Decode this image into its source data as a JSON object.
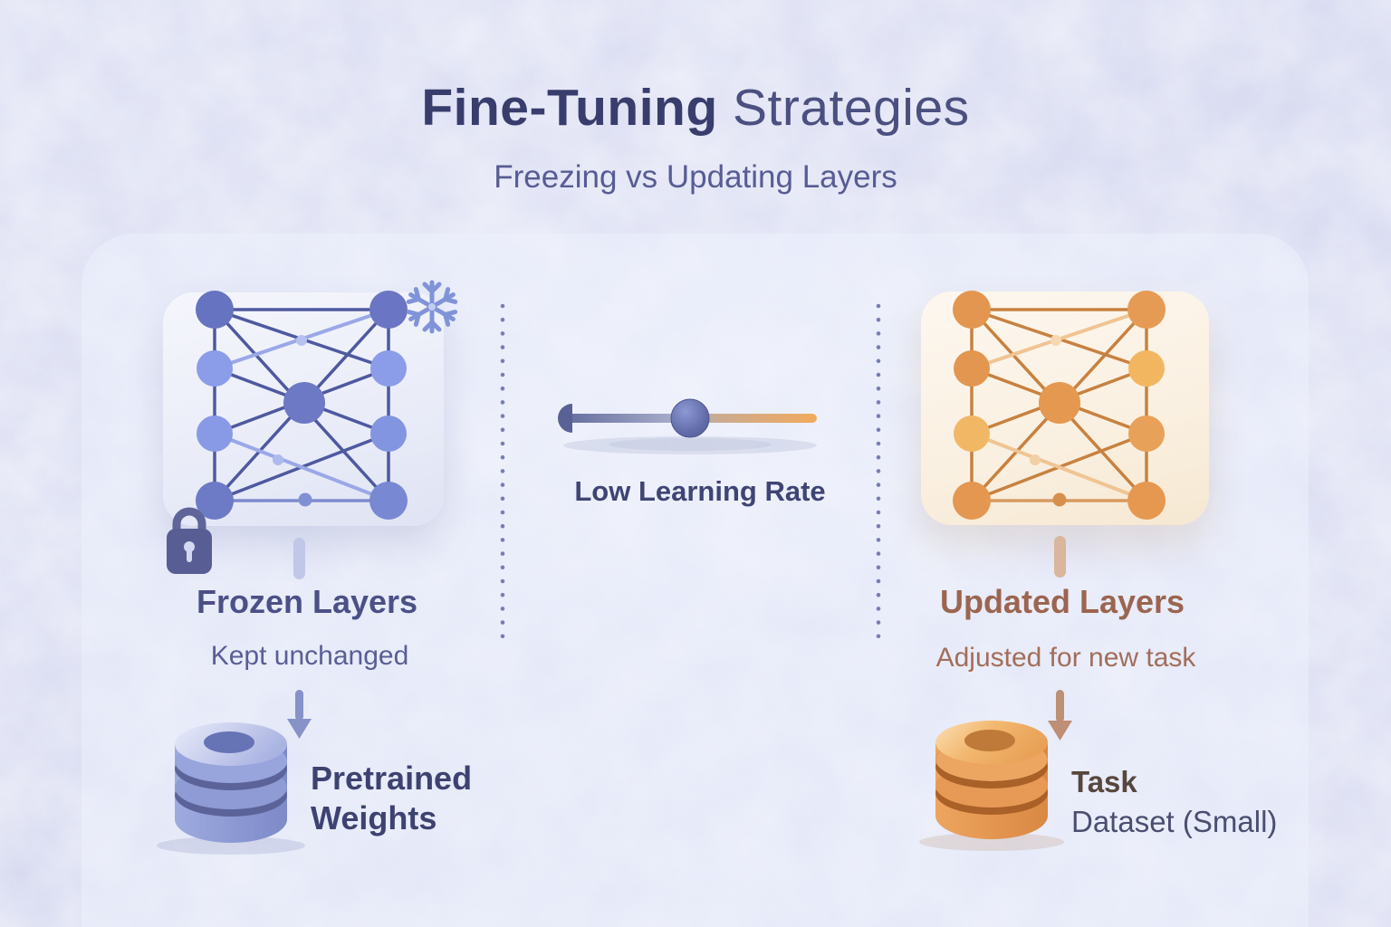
{
  "header": {
    "title_bold": "Fine-Tuning",
    "title_regular": " Strategies",
    "subtitle": "Freezing vs Updating Layers"
  },
  "left_panel": {
    "heading": "Frozen Layers",
    "caption": "Kept unchanged",
    "dataset_line1": "Pretrained",
    "dataset_line2": "Weights"
  },
  "center": {
    "slider_label": "Low Learning Rate"
  },
  "right_panel": {
    "heading": "Updated Layers",
    "caption": "Adjusted for new task",
    "dataset_line1": "Task",
    "dataset_line2": "Dataset (Small)"
  },
  "icons": {
    "left_network": "frozen-neural-network",
    "right_network": "updated-neural-network",
    "snowflake": "snowflake-icon",
    "lock": "lock-icon",
    "left_database": "database-icon",
    "right_database": "database-icon",
    "slider": "learning-rate-slider",
    "arrow": "down-arrow-icon"
  },
  "colors": {
    "background": "#d6d9f0",
    "frozen_accent": "#6b77c4",
    "updated_accent": "#e5984f",
    "title_text": "#383d6d",
    "frozen_heading": "#4b5087",
    "updated_heading": "#9b6550",
    "slider_knob": "#5f6aad"
  }
}
